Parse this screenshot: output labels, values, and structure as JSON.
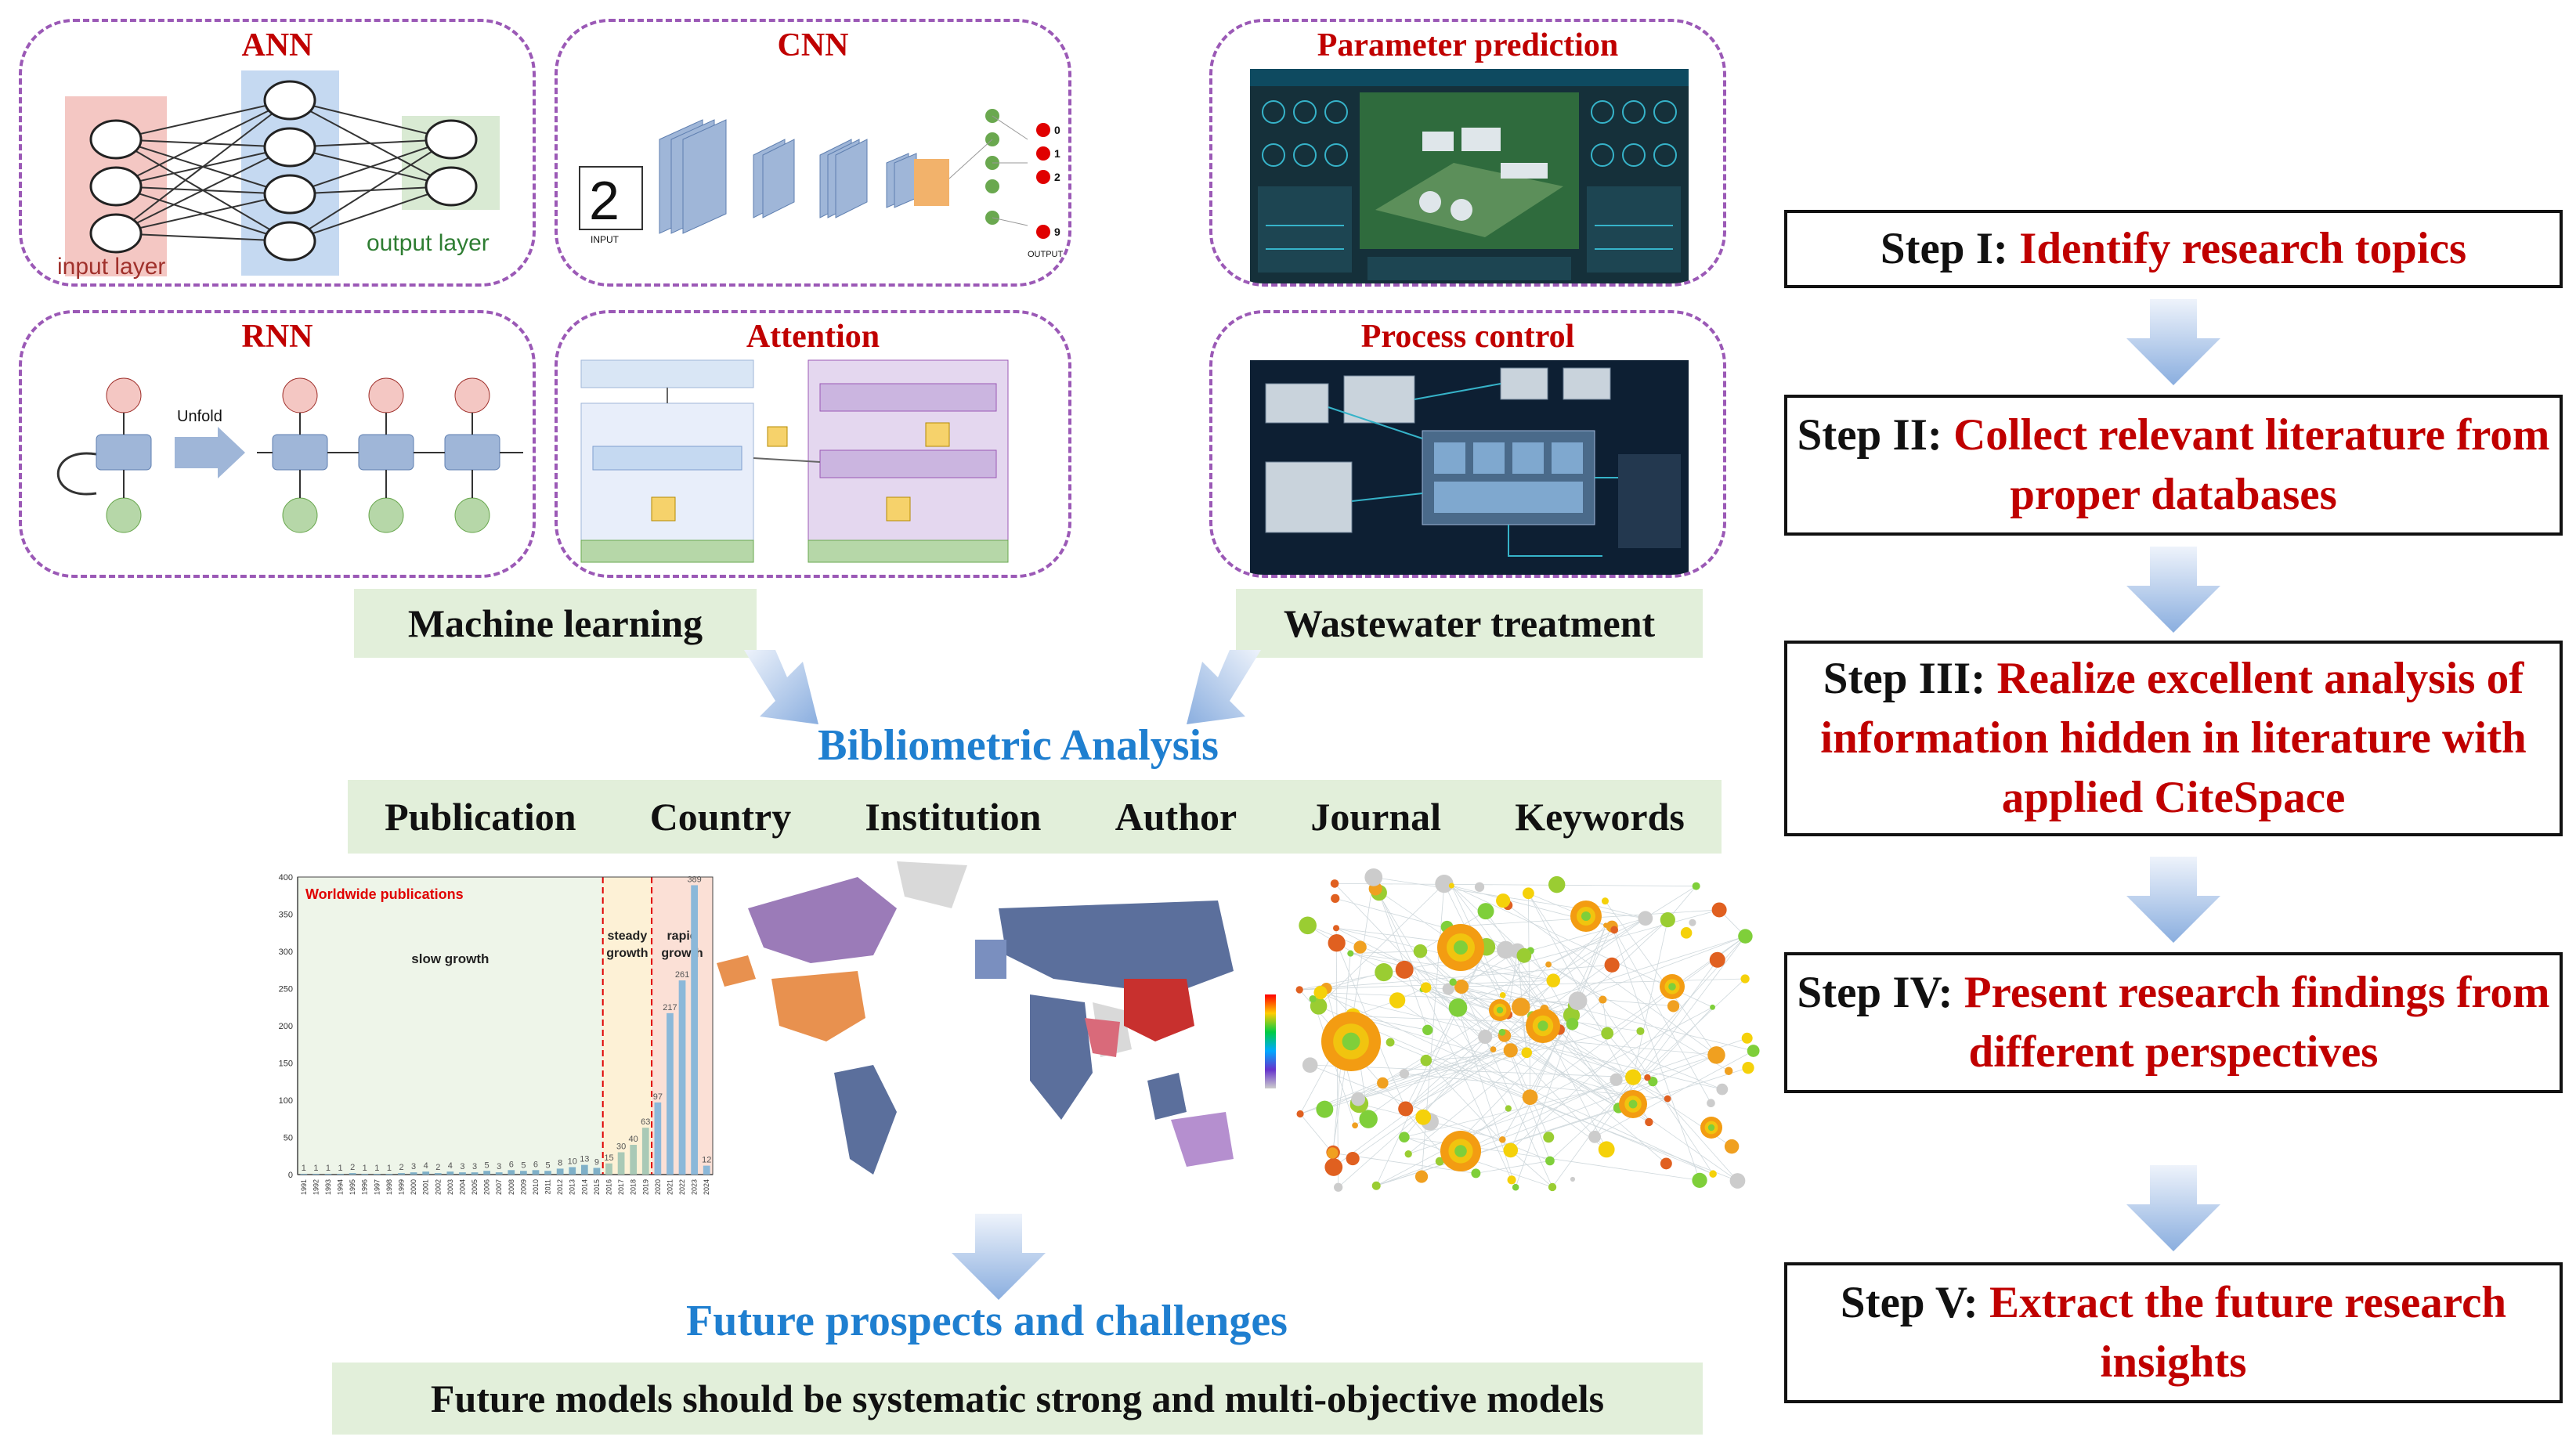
{
  "panels": {
    "ann": {
      "title": "ANN",
      "input_label": "input layer",
      "output_label": "output layer"
    },
    "cnn": {
      "title": "CNN",
      "input_label": "INPUT",
      "output_label": "OUTPUT",
      "class_labels": [
        "0",
        "1",
        "2",
        "9"
      ]
    },
    "rnn": {
      "title": "RNN",
      "unfold_label": "Unfold"
    },
    "attention": {
      "title": "Attention"
    },
    "param": {
      "title": "Parameter prediction"
    },
    "process": {
      "title": "Process control"
    }
  },
  "labels": {
    "machine_learning": "Machine learning",
    "wastewater": "Wastewater treatment",
    "bibliometric": "Bibliometric Analysis",
    "future_title": "Future prospects and challenges",
    "future_text": "Future models should be systematic strong and multi-objective models"
  },
  "categories": [
    "Publication",
    "Country",
    "Institution",
    "Author",
    "Journal",
    "Keywords"
  ],
  "steps": [
    {
      "label": "Step I:",
      "text": "Identify research topics"
    },
    {
      "label": "Step II:",
      "text": "Collect relevant literature from proper databases"
    },
    {
      "label": "Step III:",
      "text": "Realize excellent analysis of information hidden in literature with applied CiteSpace"
    },
    {
      "label": "Step IV:",
      "text": "Present research findings from different perspectives"
    },
    {
      "label": "Step V:",
      "text": "Extract the future research insights"
    }
  ],
  "chart_data": {
    "type": "bar",
    "title": "Worldwide publications",
    "categories": [
      "1991",
      "1992",
      "1993",
      "1994",
      "1995",
      "1996",
      "1997",
      "1998",
      "1999",
      "2000",
      "2001",
      "2002",
      "2003",
      "2004",
      "2005",
      "2006",
      "2007",
      "2008",
      "2009",
      "2010",
      "2011",
      "2012",
      "2013",
      "2014",
      "2015",
      "2016",
      "2017",
      "2018",
      "2019",
      "2020",
      "2021",
      "2022",
      "2023",
      "2024"
    ],
    "values": [
      1,
      1,
      1,
      1,
      2,
      1,
      1,
      1,
      2,
      3,
      4,
      2,
      4,
      3,
      3,
      5,
      3,
      6,
      5,
      6,
      5,
      8,
      10,
      13,
      9,
      15,
      30,
      40,
      63,
      97,
      217,
      261,
      389,
      12
    ],
    "ylim": [
      0,
      400
    ],
    "yticks": [
      0,
      50,
      100,
      150,
      200,
      250,
      300,
      350,
      400
    ],
    "regions": [
      {
        "label": "slow growth",
        "from": "1991",
        "to": "2015"
      },
      {
        "label": "steady growth",
        "from": "2016",
        "to": "2019"
      },
      {
        "label": "rapid growth",
        "from": "2020",
        "to": "2024"
      }
    ]
  }
}
